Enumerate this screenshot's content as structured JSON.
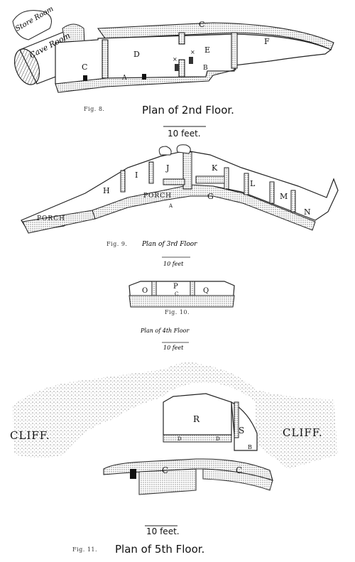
{
  "figures": [
    {
      "id": "fig8",
      "caption": "Fig. 8.",
      "title": "Plan of 2nd Floor.",
      "scale": "10 feet.",
      "rooms": [
        "A",
        "B",
        "C",
        "C",
        "D",
        "E",
        "F"
      ],
      "store_room": "Store Room",
      "cave_room": "Cave Room"
    },
    {
      "id": "fig9",
      "caption": "Fig. 9.",
      "title": "Plan of 3rd Floor",
      "scale": "10 feet",
      "rooms": [
        "H",
        "I",
        "J",
        "K",
        "L",
        "M",
        "N",
        "G",
        "A"
      ],
      "porch_labels": [
        "PORCH",
        "PORCH"
      ]
    },
    {
      "id": "fig10",
      "caption": "Fig. 10.",
      "title": "Plan of 4th Floor",
      "scale": "10 feet",
      "rooms": [
        "O",
        "P",
        "Q",
        "C"
      ]
    },
    {
      "id": "fig11",
      "caption": "Fig. 11.",
      "title": "Plan of 5th Floor.",
      "scale": "10 feet.",
      "rooms": [
        "R",
        "S",
        "C",
        "C",
        "D",
        "D",
        "B"
      ],
      "cliff_labels": [
        "CLIFF.",
        "CLIFF."
      ]
    }
  ]
}
